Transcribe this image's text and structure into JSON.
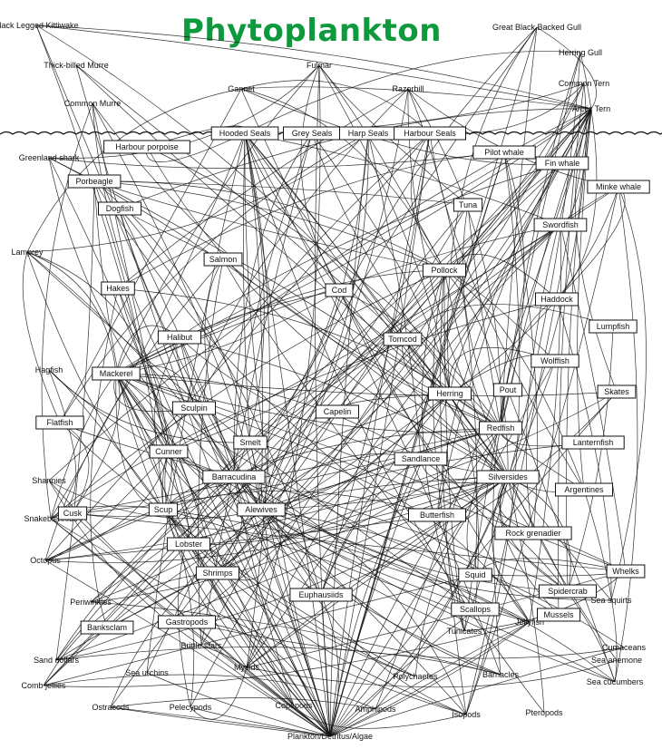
{
  "title": "Phytoplankton",
  "surface_species": [
    "Black Legged Kittiwake",
    "Thick-billed Murre",
    "Common Murre",
    "Gannet",
    "Fulmar",
    "Razorbill",
    "Great Black Backed Gull",
    "Herring Gull",
    "Common Tern",
    "Arctic Tern"
  ],
  "boxed_species": [
    "Hooded Seals",
    "Grey Seals",
    "Harp Seals",
    "Harbour Seals",
    "Harbour porpoise",
    "Porbeagle",
    "Dogfish",
    "Salmon",
    "Hakes",
    "Cod",
    "Pilot whale",
    "Fin whale",
    "Minke whale",
    "Tuna",
    "Swordfish",
    "Pollock",
    "Haddock",
    "Lumpfish",
    "Halibut",
    "Tomcod",
    "Mackerel",
    "Wolffish",
    "Pout",
    "Skates",
    "Herring",
    "Capelin",
    "Sculpin",
    "Flatfish",
    "Smelt",
    "Redfish",
    "Lanternfish",
    "Cunner",
    "Sandlance",
    "Barracudina",
    "Silversides",
    "Argentines",
    "Cusk",
    "Scup",
    "Alewives",
    "Butterfish",
    "Lobster",
    "Rock grenadier",
    "Shrimps",
    "Squid",
    "Whelks",
    "Euphausiids",
    "Spidercrab",
    "Scallops",
    "Gastropods",
    "Mussels",
    "Banksclam"
  ],
  "unboxed_species": [
    "Greenland shark",
    "Lamprey",
    "Hagfish",
    "Shannies",
    "Snakeblennies",
    "Octopus",
    "Periwinkles",
    "Brittle stars",
    "Sand dollars",
    "Sea urchins",
    "Comb jellies",
    "Mysids",
    "Polychaetes",
    "Tunicates",
    "Jellyfish",
    "Sea squirts",
    "Cumaceans",
    "Sea anemone",
    "Barnacles",
    "Sea cucumbers",
    "Ostracods",
    "Pelecypods",
    "Copepods",
    "Amphipods",
    "Isopods",
    "Pteropods",
    "Plankton/Detritus/Algae"
  ],
  "diagram": {
    "line_color": "#111111",
    "title_color": "#0e9a3c",
    "background": "#ffffff"
  }
}
